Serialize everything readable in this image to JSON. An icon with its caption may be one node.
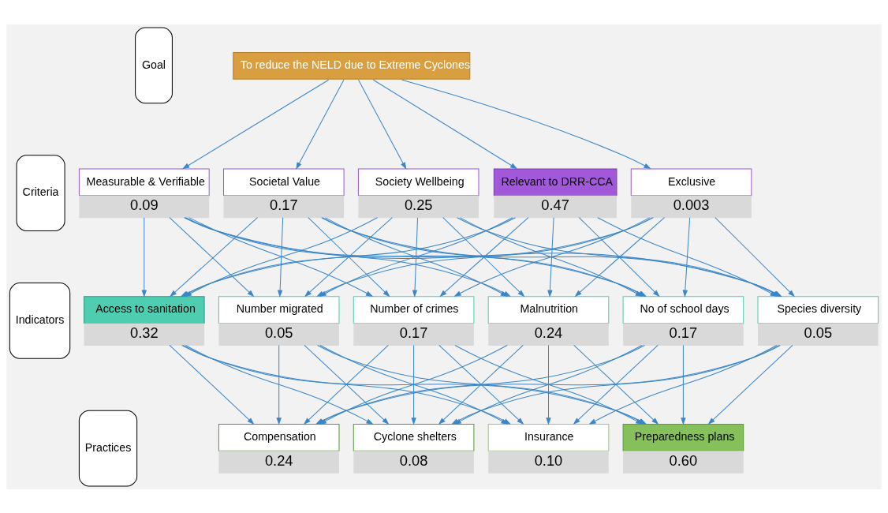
{
  "diagram": {
    "nodes": [
      {
        "text": [
          "Goal"
        ]
      },
      {
        "text": [
          "Criteria"
        ]
      },
      {
        "text": [
          "Indicators"
        ]
      },
      {
        "text": [
          "Practices"
        ]
      },
      {
        "text": [
          "To reduce the NELD due to Extreme Cyclones"
        ]
      },
      {
        "text": [
          "Measurable & Verifiable"
        ],
        "beside": [
          "0.09"
        ]
      },
      {
        "text": [
          "Societal Value"
        ],
        "beside": [
          "0.17"
        ]
      },
      {
        "text": [
          "Society Wellbeing"
        ],
        "beside": [
          "0.25"
        ]
      },
      {
        "text": [
          "Relevant to DRR-CCA"
        ],
        "beside": [
          "0.47"
        ]
      },
      {
        "text": [
          "Exclusive"
        ],
        "beside": [
          "0.003"
        ]
      },
      {
        "text": [
          "Access to sanitation"
        ],
        "beside": [
          "0.32"
        ]
      },
      {
        "text": [
          "Number migrated"
        ],
        "beside": [
          "0.05"
        ]
      },
      {
        "text": [
          "Number of crimes"
        ],
        "beside": [
          "0.17"
        ]
      },
      {
        "text": [
          "Malnutrition"
        ],
        "beside": [
          "0.24"
        ]
      },
      {
        "text": [
          "No of school days"
        ],
        "beside": [
          "0.17"
        ]
      },
      {
        "text": [
          "Species diversity"
        ],
        "beside": [
          "0.05"
        ]
      },
      {
        "text": [
          "Compensation"
        ],
        "beside": [
          "0.24"
        ]
      },
      {
        "text": [
          "Cyclone shelters"
        ],
        "beside": [
          "0.08"
        ]
      },
      {
        "text": [
          "Insurance"
        ],
        "beside": [
          "0.10"
        ]
      },
      {
        "text": [
          "Preparedness plans"
        ],
        "beside": [
          "0.60"
        ]
      }
    ],
    "edges": [
      {
        "from": 4,
        "to": 5,
        "arrow": "to"
      },
      {
        "from": 4,
        "to": 6,
        "arrow": "to"
      },
      {
        "from": 4,
        "to": 7,
        "arrow": "to"
      },
      {
        "from": 4,
        "to": 8,
        "arrow": "to"
      },
      {
        "from": 4,
        "to": 9,
        "arrow": "to"
      },
      {
        "from": 5,
        "to": 10,
        "arrow": "to"
      },
      {
        "from": 5,
        "to": 11,
        "arrow": "to"
      },
      {
        "from": 5,
        "to": 12,
        "arrow": "to"
      },
      {
        "from": 5,
        "to": 13,
        "arrow": "to"
      },
      {
        "from": 5,
        "to": 14,
        "arrow": "to"
      },
      {
        "from": 5,
        "to": 15,
        "arrow": "to"
      },
      {
        "from": 6,
        "to": 10,
        "arrow": "to"
      },
      {
        "from": 6,
        "to": 11,
        "arrow": "to"
      },
      {
        "from": 6,
        "to": 12,
        "arrow": "to"
      },
      {
        "from": 6,
        "to": 13,
        "arrow": "to"
      },
      {
        "from": 6,
        "to": 14,
        "arrow": "to"
      },
      {
        "from": 6,
        "to": 15,
        "arrow": "to"
      },
      {
        "from": 7,
        "to": 10,
        "arrow": "to"
      },
      {
        "from": 7,
        "to": 11,
        "arrow": "to"
      },
      {
        "from": 7,
        "to": 12,
        "arrow": "to"
      },
      {
        "from": 7,
        "to": 13,
        "arrow": "to"
      },
      {
        "from": 7,
        "to": 14,
        "arrow": "to"
      },
      {
        "from": 7,
        "to": 15,
        "arrow": "to"
      },
      {
        "from": 8,
        "to": 10,
        "arrow": "to"
      },
      {
        "from": 8,
        "to": 11,
        "arrow": "to"
      },
      {
        "from": 8,
        "to": 12,
        "arrow": "to"
      },
      {
        "from": 8,
        "to": 13,
        "arrow": "to"
      },
      {
        "from": 8,
        "to": 14,
        "arrow": "to"
      },
      {
        "from": 8,
        "to": 15,
        "arrow": "to"
      },
      {
        "from": 9,
        "to": 10,
        "arrow": "to"
      },
      {
        "from": 9,
        "to": 11,
        "arrow": "to"
      },
      {
        "from": 9,
        "to": 12,
        "arrow": "to"
      },
      {
        "from": 9,
        "to": 13,
        "arrow": "to"
      },
      {
        "from": 9,
        "to": 14,
        "arrow": "to"
      },
      {
        "from": 9,
        "to": 15,
        "arrow": "to"
      },
      {
        "from": 10,
        "to": 16,
        "arrow": "to"
      },
      {
        "from": 10,
        "to": 17,
        "arrow": "to"
      },
      {
        "from": 10,
        "to": 18,
        "arrow": "to"
      },
      {
        "from": 10,
        "to": 19,
        "arrow": "to"
      },
      {
        "from": 11,
        "to": 16,
        "arrow": "to"
      },
      {
        "from": 11,
        "to": 17,
        "arrow": "to"
      },
      {
        "from": 11,
        "to": 18,
        "arrow": "to"
      },
      {
        "from": 11,
        "to": 19,
        "arrow": "to"
      },
      {
        "from": 12,
        "to": 16,
        "arrow": "to"
      },
      {
        "from": 12,
        "to": 17,
        "arrow": "to"
      },
      {
        "from": 12,
        "to": 18,
        "arrow": "to"
      },
      {
        "from": 12,
        "to": 19,
        "arrow": "to"
      },
      {
        "from": 13,
        "to": 16,
        "arrow": "to"
      },
      {
        "from": 13,
        "to": 17,
        "arrow": "to"
      },
      {
        "from": 13,
        "to": 18,
        "arrow": "to"
      },
      {
        "from": 13,
        "to": 19,
        "arrow": "to"
      },
      {
        "from": 14,
        "to": 16,
        "arrow": "to"
      },
      {
        "from": 14,
        "to": 17,
        "arrow": "to"
      },
      {
        "from": 14,
        "to": 18,
        "arrow": "to"
      },
      {
        "from": 14,
        "to": 19,
        "arrow": "to"
      },
      {
        "from": 15,
        "to": 16,
        "arrow": "to"
      },
      {
        "from": 15,
        "to": 17,
        "arrow": "to"
      },
      {
        "from": 15,
        "to": 18,
        "arrow": "to"
      },
      {
        "from": 15,
        "to": 19,
        "arrow": "to"
      }
    ]
  }
}
